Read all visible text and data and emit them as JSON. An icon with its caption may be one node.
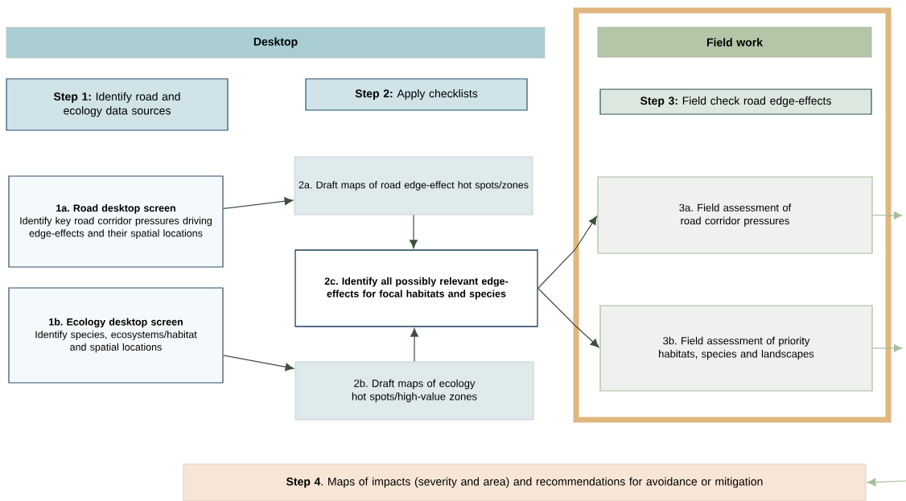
{
  "diagram": {
    "nodes": [
      {
        "text": [
          "Desktop"
        ]
      },
      {
        "text": [],
        "shape": "box"
      },
      {
        "text": [
          "Field work"
        ],
        "in": 1
      },
      {
        "text": [
          "**Step 1:** Identify road and ecology data sources"
        ]
      },
      {
        "text": [
          "**Step 2:** Apply checklists"
        ]
      },
      {
        "text": [
          "**Step 3:** Field check road edge-effects"
        ],
        "in": 1
      },
      {
        "text": [
          "1a. Road desktop screen",
          "Identify key road corridor pressures driving edge-effects and their spatial locations"
        ]
      },
      {
        "text": [
          "2a. Draft maps of road edge-effect hot spots/zones"
        ]
      },
      {
        "text": [
          "3a. Field assessment of road corridor pressures"
        ],
        "in": 1
      },
      {
        "text": [
          "2c. Identify all possibly relevant edge-effects for focal habitats and species"
        ]
      },
      {
        "text": [
          "1b. Ecology desktop screen",
          "Identify species, ecosystems/habitat and spatial locations"
        ]
      },
      {
        "text": [
          "3b. Field assessment of priority habitats, species and landscapes"
        ],
        "in": 1
      },
      {
        "text": [
          "2b. Draft maps of ecology hot spots/high-value zones"
        ]
      },
      {
        "text": [
          "**Step 4**. Maps of impacts (severity and area) and recommendations for avoidance or mitigation"
        ]
      }
    ],
    "edges": [
      {
        "from": 6,
        "to": 7,
        "arrow": "to"
      },
      {
        "from": 10,
        "to": 12,
        "arrow": "to"
      },
      {
        "from": 7,
        "to": 9,
        "arrow": "to"
      },
      {
        "from": 12,
        "to": 9,
        "arrow": "to"
      },
      {
        "from": 9,
        "to": 8,
        "arrow": "to"
      },
      {
        "from": 9,
        "to": 11,
        "arrow": "to"
      },
      {
        "from": 8,
        "to": null,
        "arrow": "to",
        "color": "#a8bd9e"
      },
      {
        "from": 11,
        "to": null,
        "arrow": "to",
        "color": "#a8bd9e"
      },
      {
        "from": null,
        "to": 13,
        "arrow": "to",
        "color": "#a8bd9e"
      }
    ]
  }
}
